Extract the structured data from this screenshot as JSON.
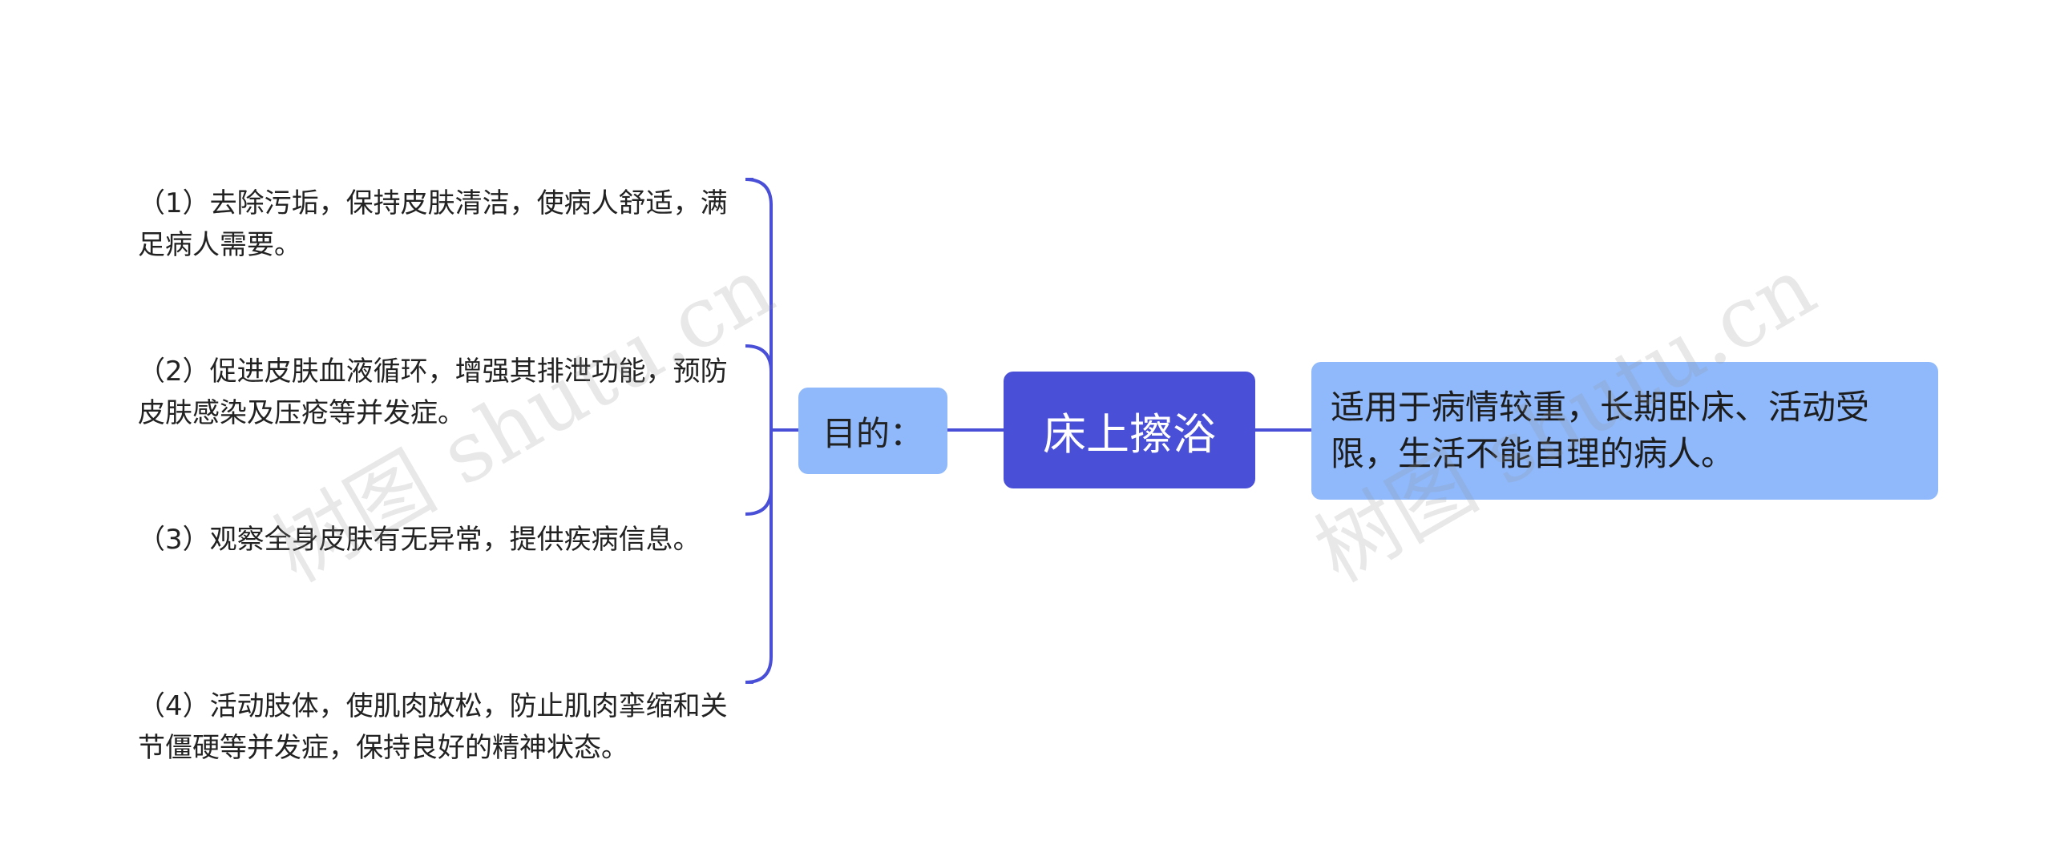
{
  "central": {
    "title": "床上擦浴"
  },
  "purpose": {
    "label": "目的："
  },
  "suitable": {
    "text": "适用于病情较重，长期卧床、活动受限，生活不能自理的病人。"
  },
  "purposes": [
    "（1）去除污垢，保持皮肤清洁，使病人舒适，满足病人需要。",
    "（2）促进皮肤血液循环，增强其排泄功能，预防皮肤感染及压疮等并发症。",
    "（3）观察全身皮肤有无异常，提供疾病信息。",
    "（4）活动肢体，使肌肉放松，防止肌肉挛缩和关节僵硬等并发症，保持良好的精神状态。"
  ],
  "watermark": "树图 shutu.cn",
  "colors": {
    "central_fill": "#4a4fd8",
    "node_fill": "#8fb9fb",
    "connector": "#4a4fd8"
  }
}
